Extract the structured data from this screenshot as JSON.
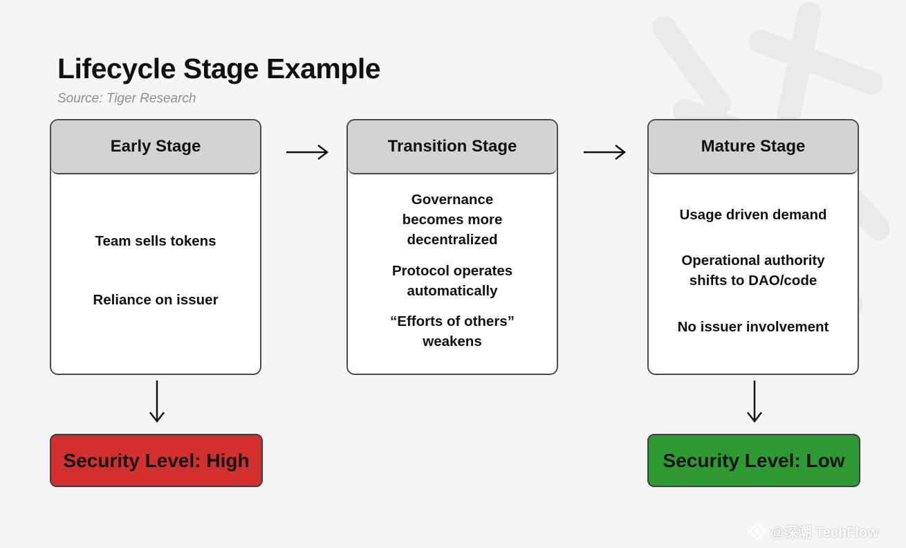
{
  "title": "Lifecycle Stage Example",
  "source": "Source: Tiger Research",
  "stages": [
    {
      "header": "Early Stage",
      "items": [
        "Team sells tokens",
        "Reliance on issuer"
      ]
    },
    {
      "header": "Transition Stage",
      "items": [
        "Governance becomes more decentralized",
        "Protocol operates automatically",
        "“Efforts of others” weakens"
      ]
    },
    {
      "header": "Mature Stage",
      "items": [
        "Usage driven demand",
        "Operational authority shifts to DAO/code",
        "No issuer involvement"
      ]
    }
  ],
  "security_levels": {
    "high": "Security Level: High",
    "low": "Security Level: Low"
  },
  "colors": {
    "high": "#d32f2f",
    "low": "#2e9b32",
    "header_bg": "#d3d3d3",
    "border": "#4a4a4a"
  },
  "watermark": {
    "text": "@深潮 TechFlow"
  }
}
